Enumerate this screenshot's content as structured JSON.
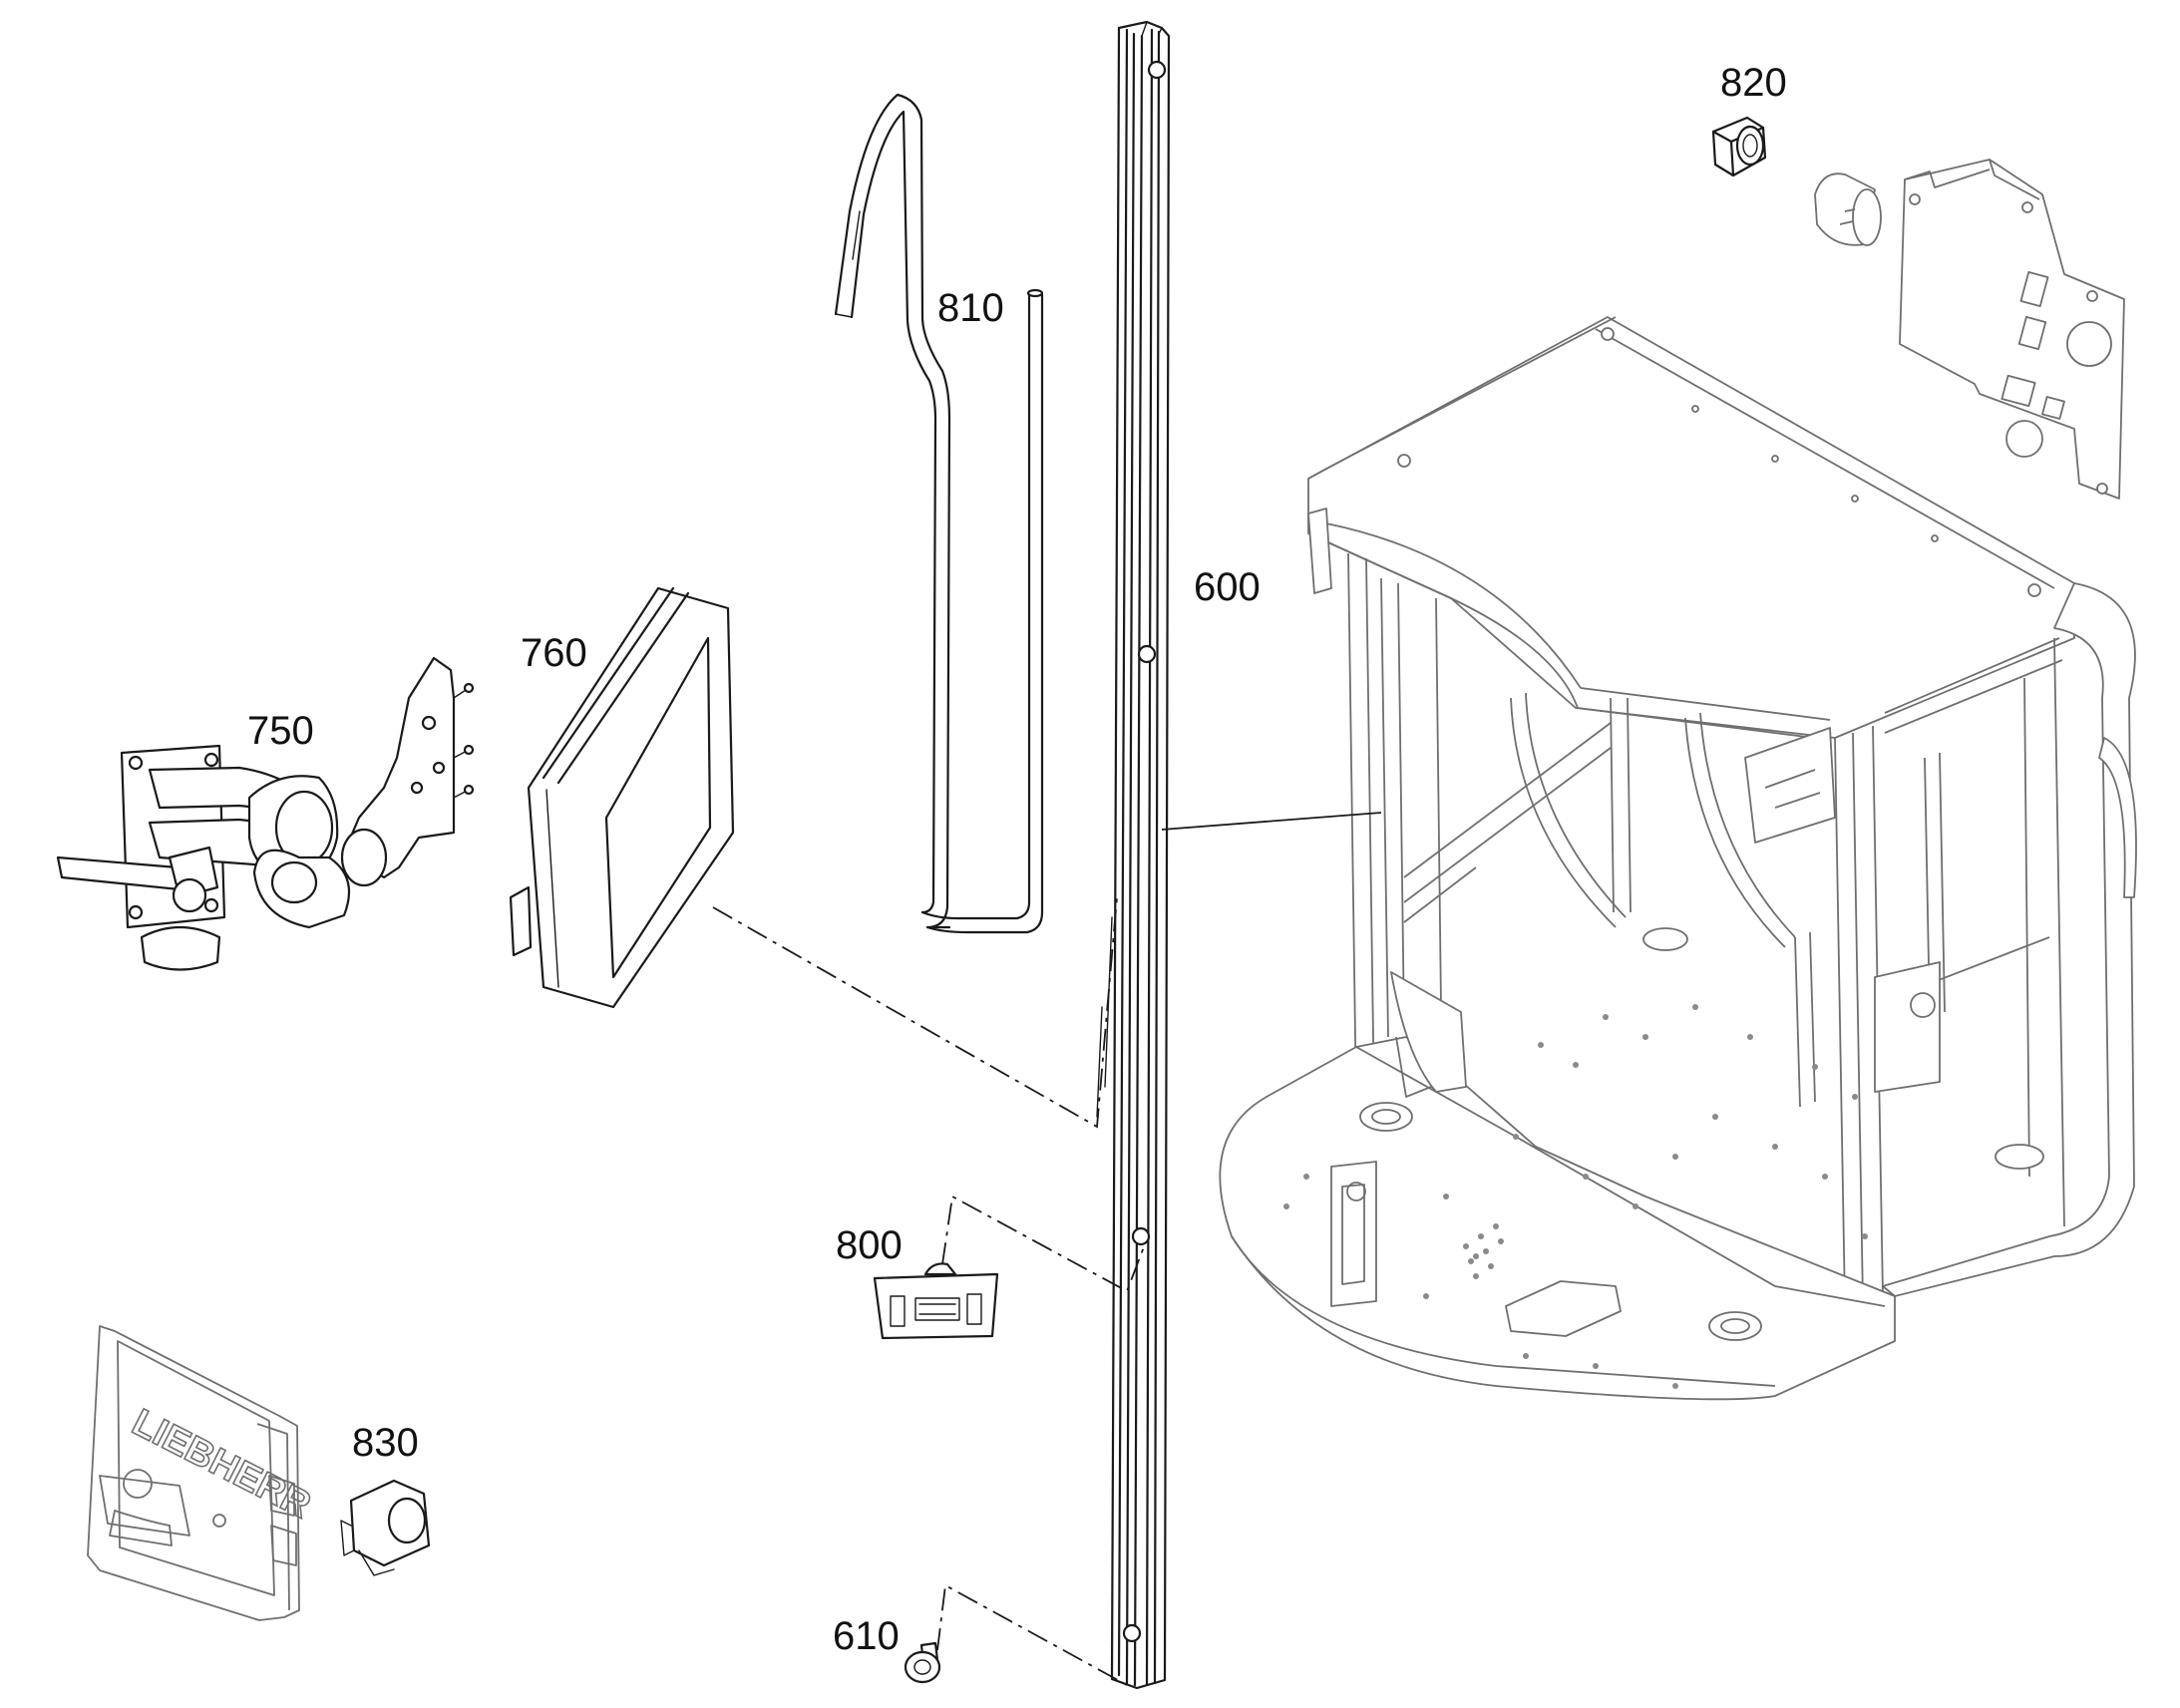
{
  "callouts": {
    "c600": "600",
    "c610": "610",
    "c750": "750",
    "c760": "760",
    "c800": "800",
    "c810": "810",
    "c820": "820",
    "c830": "830"
  },
  "colors": {
    "line": "#1a1a1a",
    "cab_line": "#6f6f6f",
    "background": "#ffffff"
  }
}
